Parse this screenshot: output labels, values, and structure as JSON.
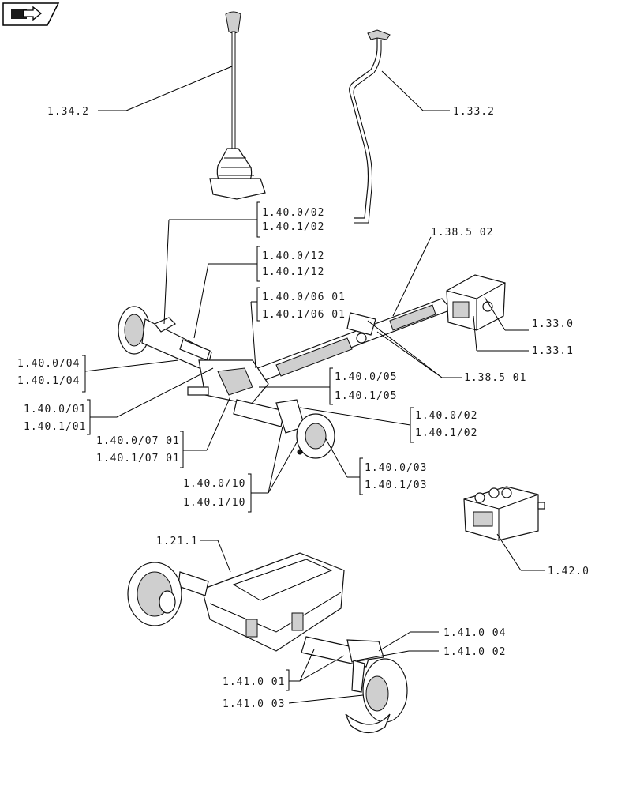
{
  "nav": {
    "icon": "arrow-right-folder-icon"
  },
  "callouts": [
    {
      "id": "c1342",
      "lines": [
        "1.34.2"
      ]
    },
    {
      "id": "c1332",
      "lines": [
        "1.33.2"
      ]
    },
    {
      "id": "c140002",
      "lines": [
        "1.40.0/02",
        "1.40.1/02"
      ]
    },
    {
      "id": "c140012",
      "lines": [
        "1.40.0/12",
        "1.40.1/12"
      ]
    },
    {
      "id": "c140006",
      "lines": [
        "1.40.0/06 01",
        "1.40.1/06 01"
      ]
    },
    {
      "id": "c138502",
      "lines": [
        "1.38.5 02"
      ]
    },
    {
      "id": "c1330",
      "lines": [
        "1.33.0"
      ]
    },
    {
      "id": "c1331",
      "lines": [
        "1.33.1"
      ]
    },
    {
      "id": "c138501",
      "lines": [
        "1.38.5 01"
      ]
    },
    {
      "id": "c140004",
      "lines": [
        "1.40.0/04",
        "1.40.1/04"
      ]
    },
    {
      "id": "c140005",
      "lines": [
        "1.40.0/05",
        "1.40.1/05"
      ]
    },
    {
      "id": "c140001",
      "lines": [
        "1.40.0/01",
        "1.40.1/01"
      ]
    },
    {
      "id": "c140002b",
      "lines": [
        "1.40.0/02",
        "1.40.1/02"
      ]
    },
    {
      "id": "c140007",
      "lines": [
        "1.40.0/07 01",
        "1.40.1/07 01"
      ]
    },
    {
      "id": "c140003",
      "lines": [
        "1.40.0/03",
        "1.40.1/03"
      ]
    },
    {
      "id": "c140010",
      "lines": [
        "1.40.0/10",
        "1.40.1/10"
      ]
    },
    {
      "id": "c1420",
      "lines": [
        "1.42.0"
      ]
    },
    {
      "id": "c1211",
      "lines": [
        "1.21.1"
      ]
    },
    {
      "id": "c141004",
      "lines": [
        "1.41.0 04"
      ]
    },
    {
      "id": "c141002",
      "lines": [
        "1.41.0 02"
      ]
    },
    {
      "id": "c141001",
      "lines": [
        "1.41.0 01"
      ]
    },
    {
      "id": "c141003",
      "lines": [
        "1.41.0 03"
      ]
    }
  ]
}
